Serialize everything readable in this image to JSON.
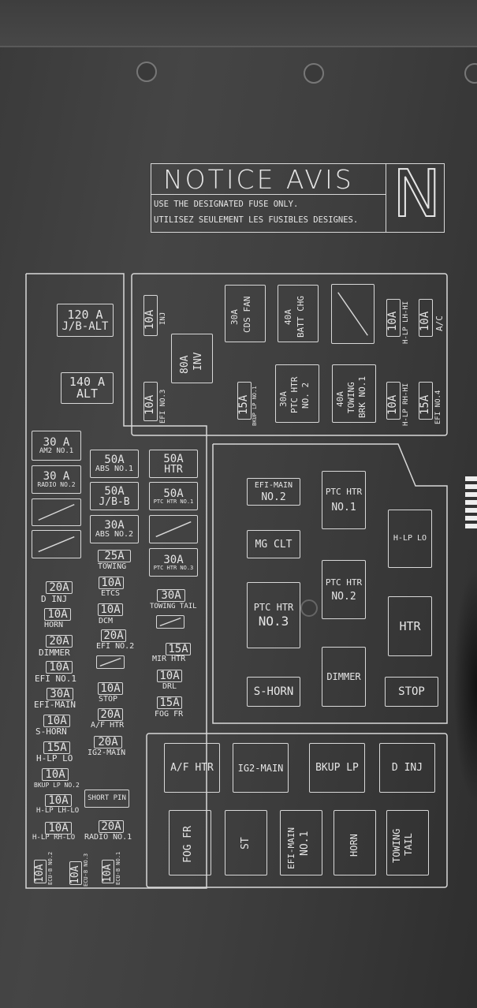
{
  "notice": {
    "title": "NOTICE AVIS",
    "line_en": "USE THE DESIGNATED FUSE ONLY.",
    "line_fr": "UTILISEZ SEULEMENT LES FUSIBLES DESIGNES.",
    "letter": "N"
  },
  "left_column": {
    "jb_alt": {
      "amp": "120 A",
      "name": "J/B-ALT"
    },
    "alt": {
      "amp": "140 A",
      "name": "ALT"
    },
    "am2": {
      "amp": "30 A",
      "name": "AM2 NO.1"
    },
    "radio2": {
      "amp": "30 A",
      "name": "RADIO NO.2"
    },
    "fuses": [
      {
        "amp": "20A",
        "name": "D INJ"
      },
      {
        "amp": "10A",
        "name": "HORN"
      },
      {
        "amp": "20A",
        "name": "DIMMER"
      },
      {
        "amp": "10A",
        "name": "EFI NO.1"
      },
      {
        "amp": "30A",
        "name": "EFI-MAIN"
      },
      {
        "amp": "10A",
        "name": "S-HORN"
      },
      {
        "amp": "15A",
        "name": "H-LP LO"
      },
      {
        "amp": "10A",
        "name": "BKUP LP NO.2"
      },
      {
        "amp": "10A",
        "name": "H-LP LH-LO"
      },
      {
        "amp": "10A",
        "name": "H-LP RH-LO"
      }
    ],
    "ecu": [
      {
        "amp": "10A",
        "name": "ECU-B NO.2"
      },
      {
        "amp": "10A",
        "name": "ECU-B NO.3"
      },
      {
        "amp": "10A",
        "name": "ECU-B NO.1"
      }
    ]
  },
  "mid_column": {
    "abs1": {
      "amp": "50A",
      "name": "ABS NO.1"
    },
    "htr": {
      "amp": "50A",
      "name": "HTR"
    },
    "jb_b": {
      "amp": "50A",
      "name": "J/B-B"
    },
    "ptc1": {
      "amp": "50A",
      "name": "PTC HTR NO.1"
    },
    "abs2": {
      "amp": "30A",
      "name": "ABS NO.2"
    },
    "towing": {
      "amp": "25A",
      "name": "TOWING"
    },
    "ptc3": {
      "amp": "30A",
      "name": "PTC HTR NO.3"
    },
    "etcs": {
      "amp": "10A",
      "name": "ETCS"
    },
    "towing_tail": {
      "amp": "30A",
      "name": "TOWING TAIL"
    },
    "dcm": {
      "amp": "10A",
      "name": "DCM"
    },
    "efi2": {
      "amp": "20A",
      "name": "EFI NO.2"
    },
    "mir_htr": {
      "amp": "15A",
      "name": "MIR HTR"
    },
    "drl": {
      "amp": "10A",
      "name": "DRL"
    },
    "stop": {
      "amp": "10A",
      "name": "STOP"
    },
    "fog_fr": {
      "amp": "15A",
      "name": "FOG FR"
    },
    "af_htr": {
      "amp": "20A",
      "name": "A/F HTR"
    },
    "ig2_main": {
      "amp": "20A",
      "name": "IG2-MAIN"
    },
    "short_pin": "SHORT PIN",
    "radio1": {
      "amp": "20A",
      "name": "RADIO NO.1"
    }
  },
  "top_block": {
    "inj": {
      "amp": "10A",
      "name": "INJ"
    },
    "inv": {
      "amp": "80A",
      "name": "INV"
    },
    "cds_fan": {
      "amp": "30A",
      "name": "CDS FAN"
    },
    "batt_chg": {
      "amp": "40A",
      "name": "BATT CHG"
    },
    "hlp_lh_hi": {
      "amp": "10A",
      "name": "H-LP LH-HI"
    },
    "ac": {
      "amp": "10A",
      "name": "A/C"
    },
    "efi3": {
      "amp": "10A",
      "name": "EFI NO.3"
    },
    "bkup_lp1": {
      "amp": "15A",
      "name": "BKUP LP NO.1"
    },
    "ptc2": {
      "amp": "30A",
      "name": "PTC HTR",
      "name2": "NO. 2"
    },
    "towing_brk": {
      "amp": "40A",
      "name": "TOWING",
      "name2": "BRK NO.1"
    },
    "hlp_rh_hi": {
      "amp": "10A",
      "name": "H-LP RH-HI"
    },
    "efi4": {
      "amp": "15A",
      "name": "EFI NO.4"
    }
  },
  "relays_mid": {
    "efi_main2": {
      "l1": "EFI-MAIN",
      "l2": "NO.2"
    },
    "ptc_no1": {
      "l1": "PTC HTR",
      "l2": "NO.1"
    },
    "mg_clt": "MG CLT",
    "hlp_lo": "H-LP LO",
    "ptc_no2": {
      "l1": "PTC HTR",
      "l2": "NO.2"
    },
    "ptc_no3": {
      "l1": "PTC HTR",
      "l2": "NO.3"
    },
    "htr": "HTR",
    "dimmer": "DIMMER",
    "s_horn": "S-HORN",
    "stop": "STOP"
  },
  "relays_bottom": {
    "af_htr": "A/F HTR",
    "ig2_main": "IG2-MAIN",
    "bkup_lp": "BKUP LP",
    "d_inj": "D INJ",
    "fog_fr": "FOG FR",
    "st": "ST",
    "efi_main1": {
      "l1": "EFI-MAIN",
      "l2": "NO.1"
    },
    "horn": "HORN",
    "towing_tail": {
      "l1": "TOWING",
      "l2": "TAIL"
    }
  }
}
